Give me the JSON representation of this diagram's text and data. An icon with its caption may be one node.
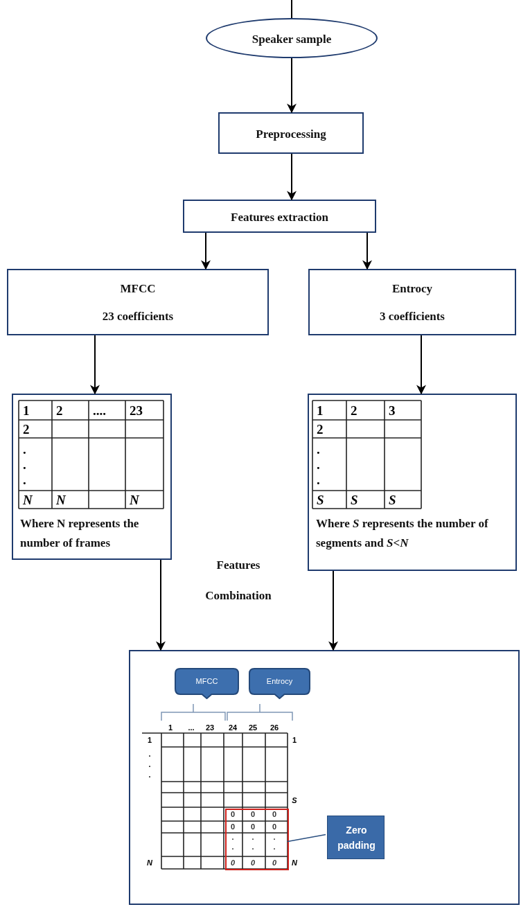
{
  "diagram": {
    "nodes": [
      {
        "text": [
          "Speaker sample"
        ]
      },
      {
        "text": [
          "Preprocessing"
        ]
      },
      {
        "text": [
          "Features extraction"
        ]
      },
      {
        "text": [
          "MFCC",
          "23 coefficients"
        ]
      },
      {
        "text": [
          "Entrocy",
          "3 coefficients"
        ]
      },
      {
        "text": [
          "Where N represents the number of frames"
        ]
      },
      {
        "text": [
          "Where *S* represents the number of segments and *S*<*N*"
        ]
      },
      {
        "text": [],
        "shape": "box"
      },
      {
        "text": [
          "MFCC"
        ],
        "in": 7
      },
      {
        "text": [
          "Entrocy"
        ],
        "in": 7
      },
      {
        "text": [
          "Zero padding"
        ],
        "in": 7
      },
      {
        "text": [],
        "shape": "box",
        "in": 7
      }
    ],
    "edges": [
      {
        "from": null,
        "to": 0,
        "arrow": "none"
      },
      {
        "from": 0,
        "to": 1,
        "arrow": "to"
      },
      {
        "from": 1,
        "to": 2,
        "arrow": "to"
      },
      {
        "from": 2,
        "to": 3,
        "arrow": "to"
      },
      {
        "from": 2,
        "to": 4,
        "arrow": "to"
      },
      {
        "from": 3,
        "to": 5,
        "arrow": "to"
      },
      {
        "from": 4,
        "to": 6,
        "arrow": "to"
      },
      {
        "from": 5,
        "to": 7,
        "arrow": "to"
      },
      {
        "from": 6,
        "to": 7,
        "arrow": "to"
      },
      {
        "from": 10,
        "to": 11,
        "arrow": "none",
        "color": "#2a4f80"
      }
    ],
    "labels": [
      "Features Combination",
      "1",
      "2",
      "....",
      "23",
      "2",
      ".",
      ".",
      ".",
      "N",
      "N",
      "N",
      "1",
      "2",
      "3",
      "2",
      ".",
      ".",
      ".",
      "S",
      "S",
      "S",
      "1",
      "...",
      "23",
      "24",
      "25",
      "26",
      "1",
      "1",
      ".",
      ".",
      ".",
      "S",
      "0",
      "0",
      "0",
      "0",
      "0",
      "0",
      ".",
      ".",
      ".",
      ".",
      ".",
      ".",
      "N",
      "0",
      "0",
      "0",
      "N"
    ]
  }
}
